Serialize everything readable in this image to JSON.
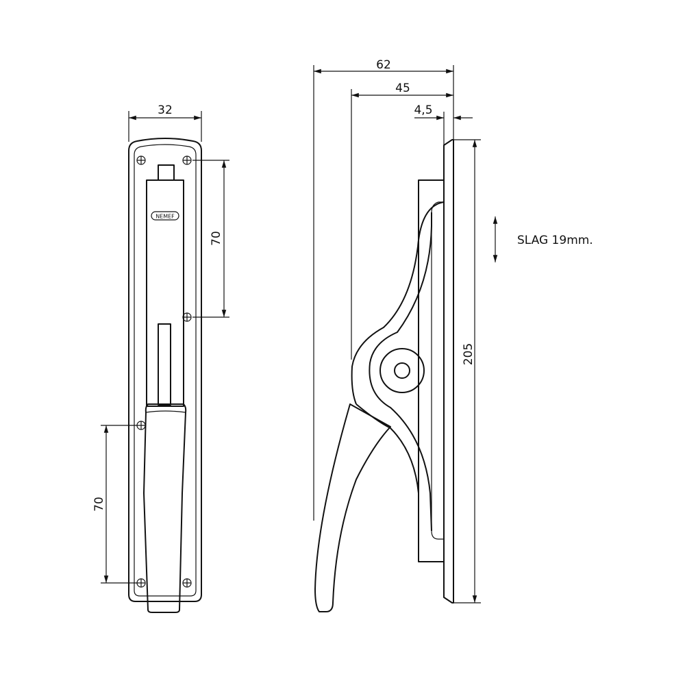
{
  "drawing": {
    "logo_text": "NEMEF",
    "front_view": {
      "width_label": "32",
      "hole_spacing_top_label": "70",
      "hole_spacing_bottom_label": "70"
    },
    "side_view": {
      "overall_depth_label": "62",
      "handle_depth_label": "45",
      "plate_thickness_label": "4,5",
      "height_label": "205",
      "stroke_label": "SLAG 19mm."
    },
    "line_color": "#111111"
  }
}
